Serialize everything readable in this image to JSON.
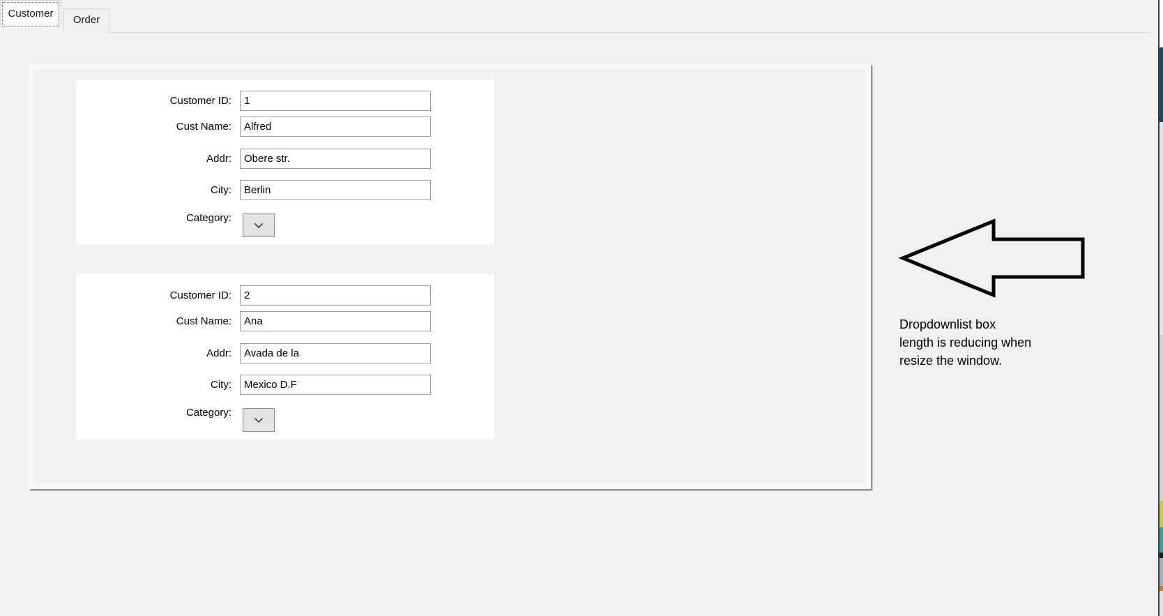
{
  "tabs": [
    {
      "label": "Customer",
      "selected": true
    },
    {
      "label": "Order",
      "selected": false
    }
  ],
  "forms": [
    {
      "rows": [
        {
          "label": "Customer ID:",
          "value": "1"
        },
        {
          "label": "Cust Name:",
          "value": "Alfred"
        },
        {
          "label": "Addr:",
          "value": "Obere str."
        },
        {
          "label": "City:",
          "value": "Berlin"
        }
      ],
      "category": {
        "label": "Category:",
        "selected_value": ""
      }
    },
    {
      "rows": [
        {
          "label": "Customer ID:",
          "value": "2"
        },
        {
          "label": "Cust Name:",
          "value": "Ana"
        },
        {
          "label": "Addr:",
          "value": "Avada de la"
        },
        {
          "label": "City:",
          "value": "Mexico D.F"
        }
      ],
      "category": {
        "label": "Category:",
        "selected_value": ""
      }
    }
  ],
  "annotation": {
    "lines": [
      "Dropdownlist box",
      "length is reducing when",
      "resize the window."
    ]
  },
  "icons": {
    "combo_chevron": "chevron-down-icon",
    "annotation_arrow": "left-block-arrow"
  },
  "colors": {
    "window_bg": "#f0f0f0",
    "card_bg": "#ffffff",
    "panel_border": "#f4f8fc",
    "panel_shadow": "#8f959a",
    "tab_border": "#d9d9d9",
    "input_border": "#999999",
    "combo_bg": "#e2e2e2",
    "combo_border": "#8b8b8b",
    "annotation_color": "#000000",
    "edge_blue": "#17486e"
  }
}
